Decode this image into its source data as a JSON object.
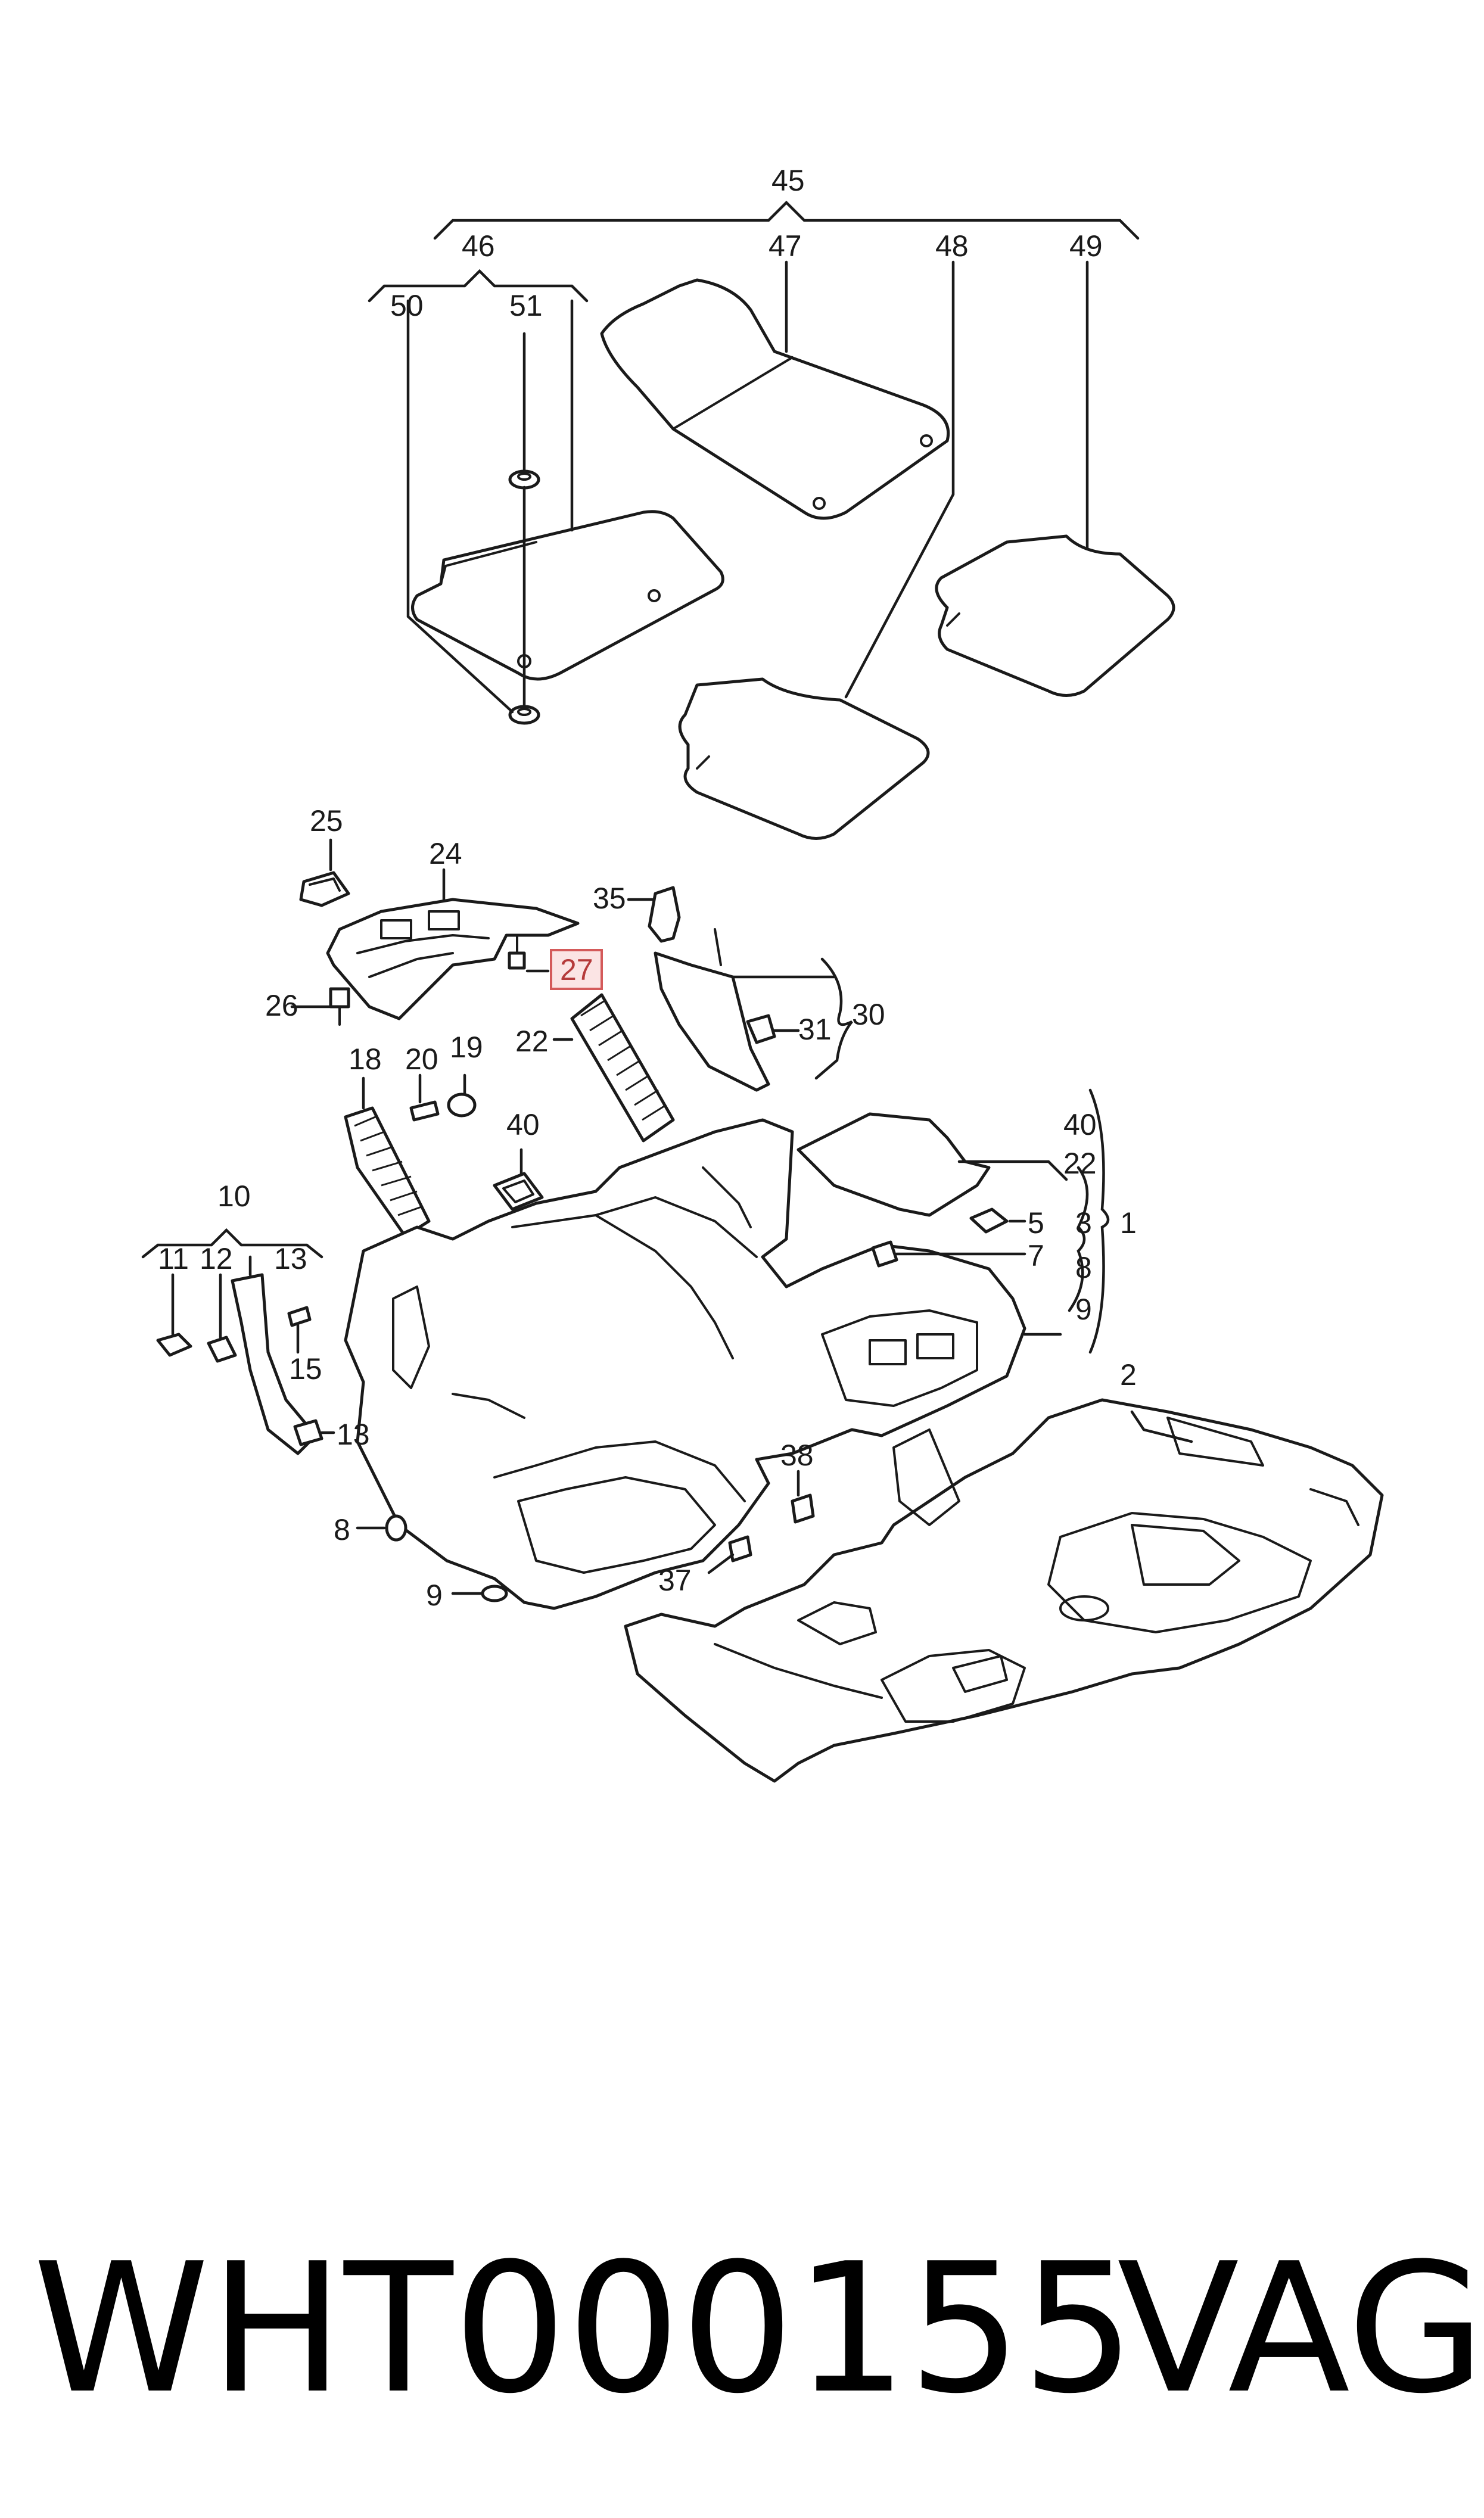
{
  "diagram": {
    "highlighted_callout": "27",
    "callouts": {
      "c1": "1",
      "c2": "2",
      "c3": "3",
      "c5": "5",
      "c7": "7",
      "c8a": "8",
      "c8b": "8",
      "c9a": "9",
      "c9b": "9",
      "c10": "10",
      "c11": "11",
      "c12": "12",
      "c13a": "13",
      "c13b": "13",
      "c15": "15",
      "c18": "18",
      "c19": "19",
      "c20": "20",
      "c22a": "22",
      "c22b": "22",
      "c24": "24",
      "c25": "25",
      "c26": "26",
      "c27": "27",
      "c30": "30",
      "c31": "31",
      "c35": "35",
      "c37": "37",
      "c38": "38",
      "c40a": "40",
      "c40b": "40",
      "c45": "45",
      "c46": "46",
      "c47": "47",
      "c48": "48",
      "c49": "49",
      "c50": "50",
      "c51": "51"
    },
    "colors": {
      "line": "#1a1a1a",
      "highlight_fill": "#fbe4e4",
      "highlight_stroke": "#d45a5a",
      "highlight_text": "#b53a3a"
    }
  },
  "caption": {
    "part_number": "WHT000155",
    "brand": "VAG"
  }
}
